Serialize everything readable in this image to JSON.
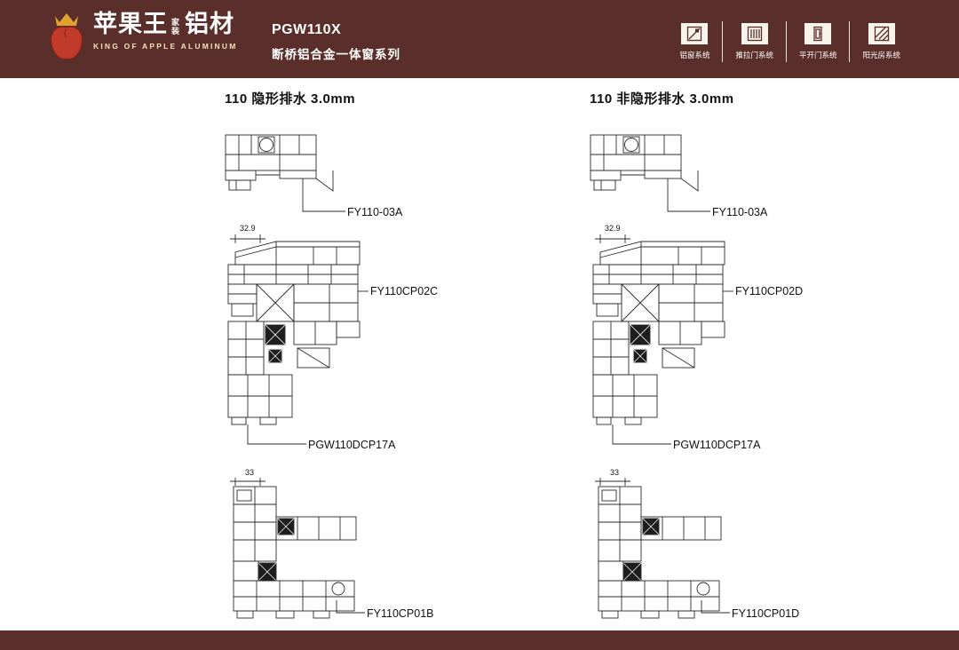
{
  "header": {
    "logo": {
      "brand_cn": "苹果王",
      "brand_mid": "家装",
      "brand_suffix": "铝材",
      "brand_en": "KING OF APPLE ALUMINUM"
    },
    "series_code": "PGW110X",
    "series_name": "断桥铝合金一体窗系列",
    "systems": [
      {
        "label": "铝窗系统"
      },
      {
        "label": "推拉门系统"
      },
      {
        "label": "平开门系统"
      },
      {
        "label": "阳光房系统"
      }
    ]
  },
  "columns": [
    {
      "title": "110 隐形排水 3.0mm",
      "drawings": {
        "top": {
          "label": "FY110-03A"
        },
        "middle": {
          "dimension": "32.9",
          "label_right": "FY110CP02C",
          "label_bottom": "PGW110DCP17A"
        },
        "bottom": {
          "dimension": "33",
          "label": "FY110CP01B"
        }
      }
    },
    {
      "title": "110 非隐形排水 3.0mm",
      "drawings": {
        "top": {
          "label": "FY110-03A"
        },
        "middle": {
          "dimension": "32.9",
          "label_right": "FY110CP02D",
          "label_bottom": "PGW110DCP17A"
        },
        "bottom": {
          "dimension": "33",
          "label": "FY110CP01D"
        }
      }
    }
  ],
  "colors": {
    "header_bg": "#5a2e2a",
    "apple_red": "#c23b2a",
    "crown_gold": "#dfa32e"
  }
}
